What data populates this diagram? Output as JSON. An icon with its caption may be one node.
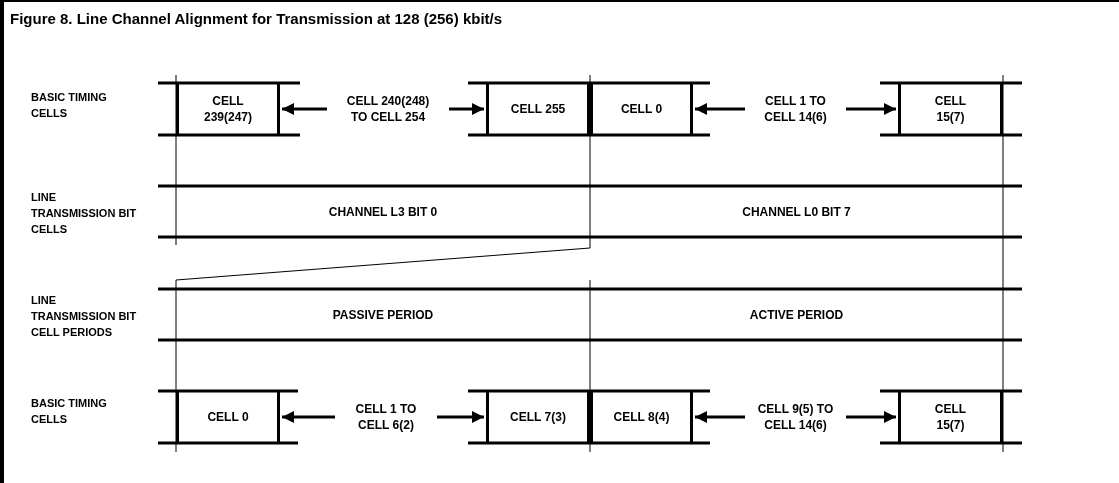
{
  "diagram": {
    "title": "Figure 8. Line Channel Alignment for Transmission at 128 (256) kbit/s",
    "nodes": [
      {
        "text": [
          "CELL 239(247)"
        ]
      },
      {
        "text": [
          "CELL 240(248) TO CELL 254"
        ]
      },
      {
        "text": [
          "CELL 255"
        ]
      },
      {
        "text": [
          "CELL 0"
        ]
      },
      {
        "text": [
          "CELL 1 TO CELL 14(6)"
        ]
      },
      {
        "text": [
          "CELL 15(7)"
        ]
      },
      {
        "text": [
          "CHANNEL L3 BIT 0"
        ]
      },
      {
        "text": [
          "CHANNEL L0 BIT 7"
        ]
      },
      {
        "text": [
          "PASSIVE PERIOD"
        ]
      },
      {
        "text": [
          "ACTIVE PERIOD"
        ]
      },
      {
        "text": [
          "CELL 0"
        ]
      },
      {
        "text": [
          "CELL 1 TO CELL 6(2)"
        ]
      },
      {
        "text": [
          "CELL 7(3)"
        ]
      },
      {
        "text": [
          "CELL 8(4)"
        ]
      },
      {
        "text": [
          "CELL 9(5) TO CELL 14(6)"
        ]
      },
      {
        "text": [
          "CELL 15(7)"
        ]
      }
    ],
    "edges": [
      {
        "from": 1,
        "to": 0,
        "arrow": "to"
      },
      {
        "from": 1,
        "to": 2,
        "arrow": "to"
      },
      {
        "from": 4,
        "to": 3,
        "arrow": "to"
      },
      {
        "from": 4,
        "to": 5,
        "arrow": "to"
      },
      {
        "from": 11,
        "to": 10,
        "arrow": "to"
      },
      {
        "from": 11,
        "to": 12,
        "arrow": "to"
      },
      {
        "from": 14,
        "to": 13,
        "arrow": "to"
      },
      {
        "from": 14,
        "to": 15,
        "arrow": "to"
      }
    ],
    "labels": [
      "BASIC TIMING CELLS",
      "LINE TRANSMISSION BIT CELLS",
      "LINE TRANSMISSION BIT CELL PERIODS",
      "BASIC TIMING CELLS"
    ]
  }
}
